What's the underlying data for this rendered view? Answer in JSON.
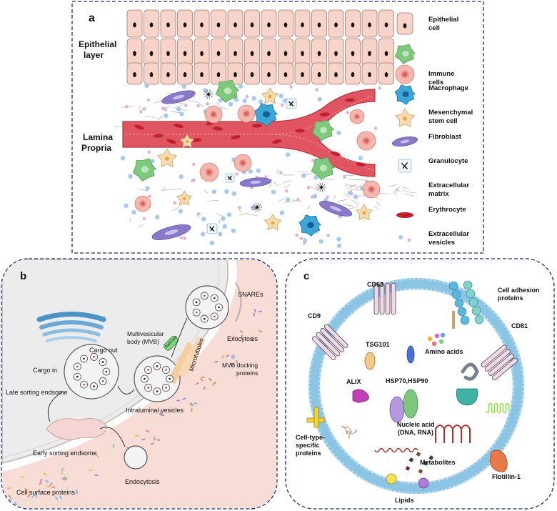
{
  "panel_a": {
    "letter": "a",
    "regions": [
      "Epithelial",
      "layer",
      "Lamina",
      "Propria"
    ],
    "legend": [
      {
        "line1": "Epithelial",
        "line2": "cell",
        "icon": "epithelial-cell-icon"
      },
      {
        "line1": "Immune",
        "line2": "cells",
        "icon": "immune-cells-icon"
      },
      {
        "line1": "Macrophage",
        "line2": "",
        "icon": "macrophage-icon"
      },
      {
        "line1": "Mesenchymal",
        "line2": "stem cell",
        "icon": "mesenchymal-stem-cell-icon"
      },
      {
        "line1": "Fibroblast",
        "line2": "",
        "icon": "fibroblast-icon"
      },
      {
        "line1": "Granulocyte",
        "line2": "",
        "icon": "granulocyte-icon"
      },
      {
        "line1": "Extracellular",
        "line2": "matrix",
        "icon": "extracellular-matrix-icon"
      },
      {
        "line1": "Erythrocyte",
        "line2": "",
        "icon": "erythrocyte-icon"
      },
      {
        "line1": "Extracellular",
        "line2": "vesicles",
        "icon": "extracellular-vesicles-icon"
      }
    ]
  },
  "panel_b": {
    "letter": "b",
    "labels": {
      "cargo_out": "Cargo out",
      "cargo_in": "Cargo in",
      "late_endosome": "Late sorting endsome",
      "mvb_line1": "Multivesicular",
      "mvb_line2": "body (MVB)",
      "rab": "Rab27a/b",
      "microtubules": "Microtubules",
      "snares": "SNAREs",
      "exocytosis": "Exocytosis",
      "mvb_docking_line1": "MVB docking",
      "mvb_docking_line2": "proteins",
      "ilv": "Intraluminal vesicles",
      "early_endosome": "Early sorting endsome",
      "endocytosis": "Endocytosis",
      "cell_surface": "Cell surface proteins"
    }
  },
  "panel_c": {
    "letter": "c",
    "labels": {
      "cd63": "CD63",
      "cell_adhesion_line1": "Cell adhesion",
      "cell_adhesion_line2": "proteins",
      "cd9": "CD9",
      "cd81": "CD81",
      "tsg101": "TSG101",
      "amino_acids": "Amino acids",
      "alix": "ALIX",
      "hsp": "HSP70,HSP90",
      "nucleic_line1": "Nucleic acid",
      "nucleic_line2": "(DNA, RNA)",
      "cell_type_line1": "Cell-type-",
      "cell_type_line2": "specific",
      "cell_type_line3": "proteins",
      "metabolites": "Metabolites",
      "flotillin": "Flotillin-1",
      "lipids": "Lipids"
    }
  },
  "colors": {
    "frame": "#1f2d6b",
    "epithelial": "#f7d3c8",
    "nucleus": "#111111",
    "vessel": "#e05561",
    "immune": "#7fc97f",
    "immune_round": "#e8837c",
    "macrophage": "#3aa7d6",
    "msc": "#f6dcb0",
    "fibroblast": "#8a78c8",
    "erythrocyte": "#c0202e",
    "ev_blue": "#a8c8ec",
    "ev_pink": "#e5b0d2",
    "membrane": "#9fd0ea"
  }
}
